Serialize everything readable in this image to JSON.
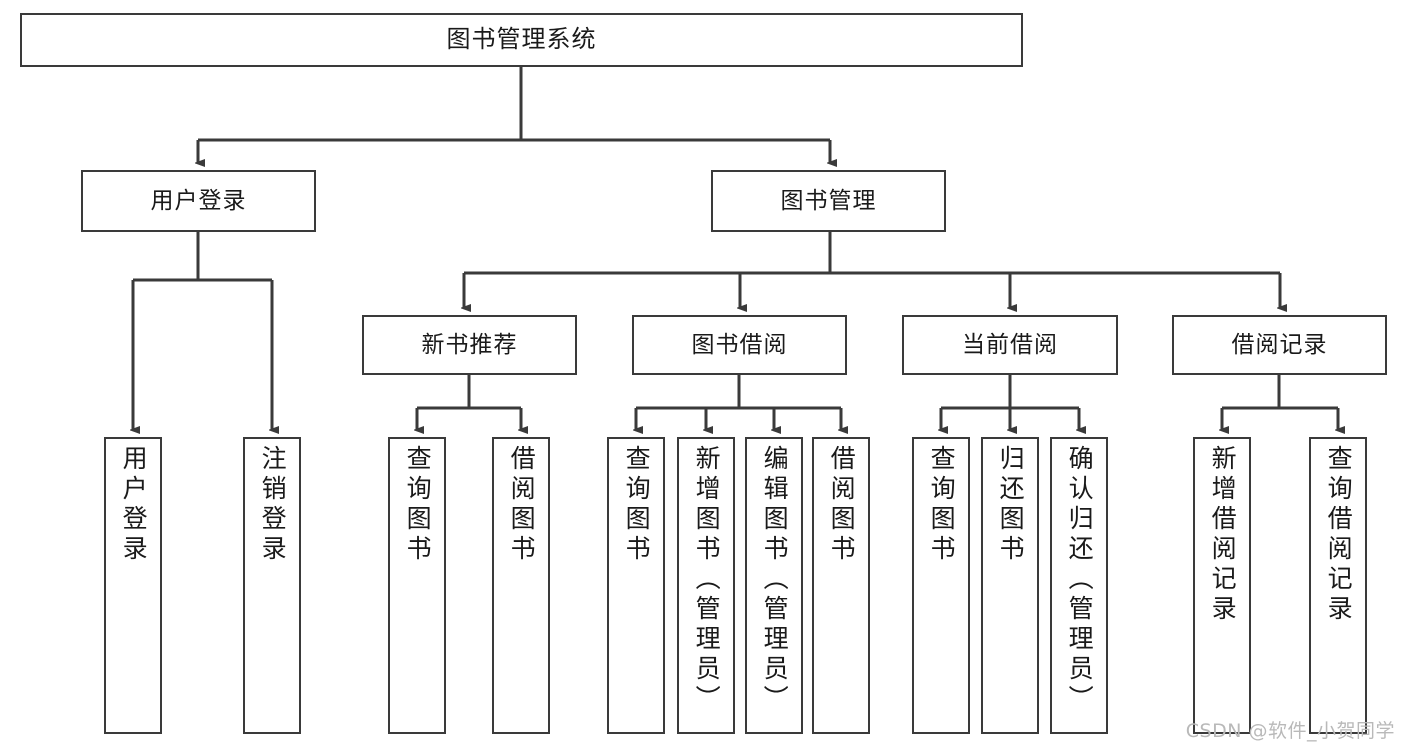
{
  "diagram": {
    "title": "图书管理系统",
    "type": "tree",
    "watermark": "CSDN @软件_小贺同学",
    "colors": {
      "border": "#3a3a3a",
      "fill": "#ffffff",
      "text": "#1a1a1a",
      "connector": "#3a3a3a",
      "watermark": "#b9b9b9"
    },
    "root": {
      "label": "图书管理系统"
    },
    "level2": [
      {
        "label": "用户登录"
      },
      {
        "label": "图书管理"
      }
    ],
    "level3": [
      {
        "label": "新书推荐"
      },
      {
        "label": "图书借阅"
      },
      {
        "label": "当前借阅"
      },
      {
        "label": "借阅记录"
      }
    ],
    "leaves": {
      "user_login": [
        {
          "label": "用户登录"
        },
        {
          "label": "注销登录"
        }
      ],
      "new_book": [
        {
          "label": "查询图书"
        },
        {
          "label": "借阅图书"
        }
      ],
      "book_borrow": [
        {
          "label": "查询图书"
        },
        {
          "label": "新增图书（管理员）"
        },
        {
          "label": "编辑图书（管理员）"
        },
        {
          "label": "借阅图书"
        }
      ],
      "current_borrow": [
        {
          "label": "查询图书"
        },
        {
          "label": "归还图书"
        },
        {
          "label": "确认归还（管理员）"
        }
      ],
      "borrow_record": [
        {
          "label": "新增借阅记录"
        },
        {
          "label": "查询借阅记录"
        }
      ]
    }
  }
}
